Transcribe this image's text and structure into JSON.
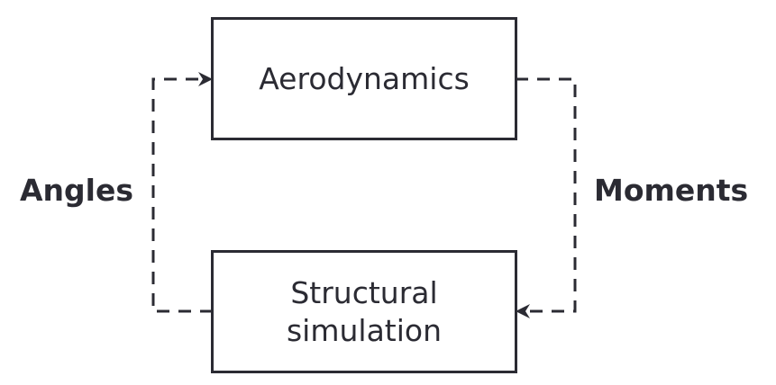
{
  "nodes": {
    "aerodynamics": "Aerodynamics",
    "structural": "Structural\nsimulation"
  },
  "edges": {
    "left": "Angles",
    "right": "Moments"
  },
  "colors": {
    "stroke": "#2b2b33"
  }
}
